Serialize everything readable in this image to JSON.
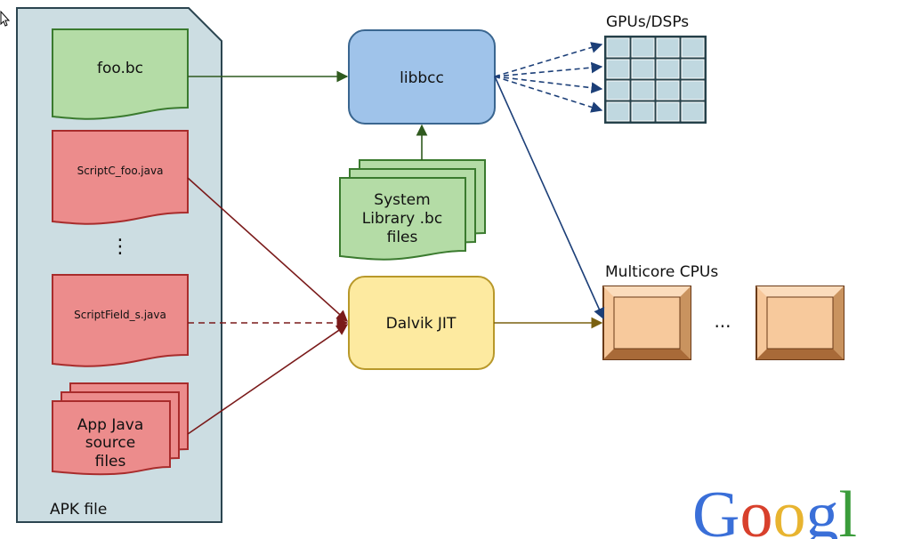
{
  "apk": {
    "label": "APK file"
  },
  "files": {
    "foo_bc": "foo.bc",
    "scriptc": "ScriptC_foo.java",
    "ellipsis": "⋮",
    "scriptfield": "ScriptField_s.java",
    "app_java": [
      "App Java",
      "source",
      "files"
    ]
  },
  "libbcc": {
    "label": "libbcc"
  },
  "system_library": {
    "lines": [
      "System",
      "Library .bc",
      "files"
    ]
  },
  "dalvik": {
    "label": "Dalvik JIT"
  },
  "gpus": {
    "label": "GPUs/DSPs",
    "rows": 4,
    "cols": 4
  },
  "cpus": {
    "label": "Multicore CPUs",
    "ellipsis": "..."
  },
  "logo": {
    "letters": [
      "G",
      "o",
      "o",
      "g",
      "l"
    ],
    "colors": [
      "#3a6fd8",
      "#d8402c",
      "#e8b430",
      "#3a6fd8",
      "#3a9c3a"
    ]
  },
  "colors": {
    "apk_fill": "#ccdde2",
    "apk_stroke": "#2b4550",
    "green_fill": "#b4dca6",
    "green_stroke": "#3a7a2e",
    "red_fill": "#ec8c8c",
    "red_stroke": "#a82c2c",
    "blue_fill": "#9fc3ea",
    "blue_stroke": "#3a6690",
    "yellow_fill": "#fdeaa0",
    "yellow_stroke": "#b8982a",
    "grid_cell": "#c0d8e0",
    "grid_stroke": "#25414a",
    "cpu_fill": "#f6c79a",
    "cpu_stroke": "#6a3a18",
    "arrow_green": "#2f5a1e",
    "arrow_red": "#7a1a1a",
    "arrow_blue": "#1c3f78",
    "arrow_gold": "#7a6010"
  }
}
